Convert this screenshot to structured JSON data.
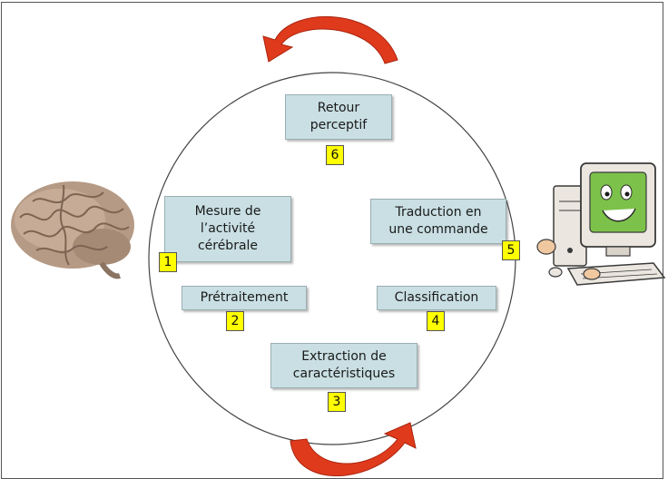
{
  "diagram": {
    "colors": {
      "box_fill": "#c9dfe3",
      "badge_fill": "#ffff00",
      "arrow_fill": "#e03a1c",
      "circle_stroke": "#444444"
    },
    "steps": [
      {
        "number": "1",
        "label": "Mesure de\nl’activité\ncérébrale"
      },
      {
        "number": "2",
        "label": "Prétraitement"
      },
      {
        "number": "3",
        "label": "Extraction de\ncaractéristiques"
      },
      {
        "number": "4",
        "label": "Classification"
      },
      {
        "number": "5",
        "label": "Traduction en\nune commande"
      },
      {
        "number": "6",
        "label": "Retour\nperceptif"
      }
    ],
    "icons": {
      "left": "brain-icon",
      "right": "computer-icon",
      "top_arrow": "curved-arrow-icon",
      "bottom_arrow": "curved-arrow-icon"
    }
  }
}
